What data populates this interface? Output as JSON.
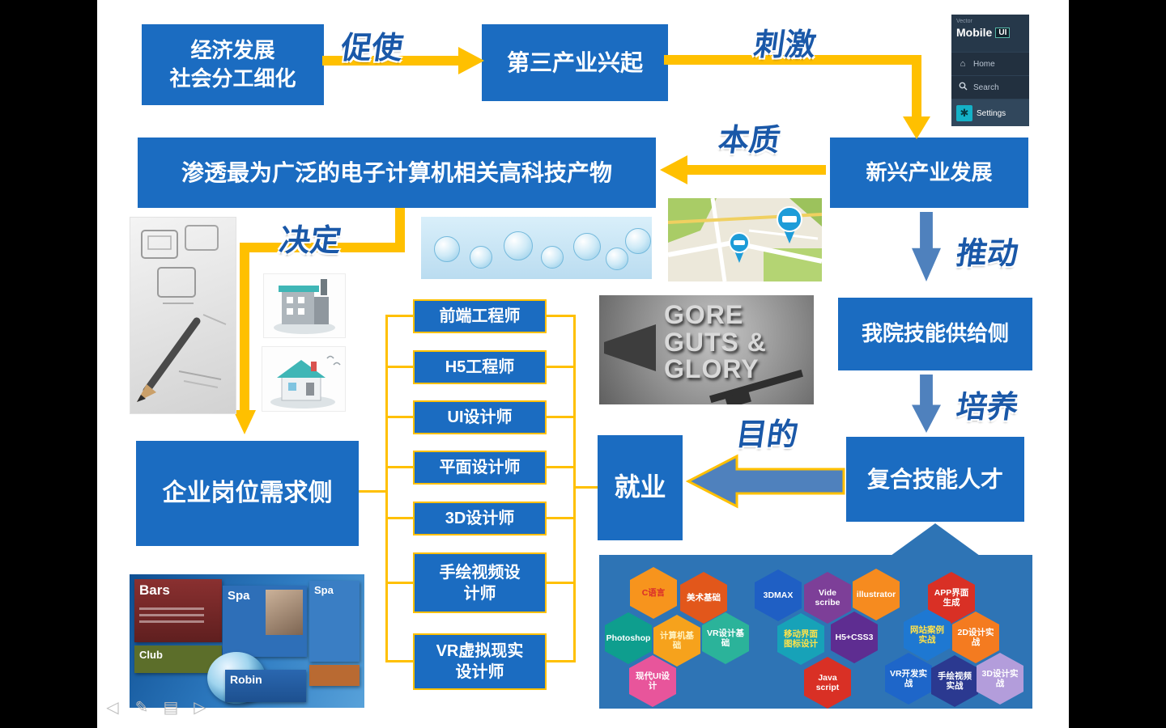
{
  "boxes": {
    "economy": "经济发展\n社会分工细化",
    "tertiary": "第三产业兴起",
    "emerging": "新兴产业发展",
    "penetrate": "渗透最为广泛的电子计算机相关高科技产物",
    "supply": "我院技能供给侧",
    "talent": "复合技能人才",
    "demand": "企业岗位需求侧",
    "employment": "就业"
  },
  "arrow_labels": {
    "cushi": "促使",
    "ciji": "刺激",
    "benzhi": "本质",
    "jueding": "决定",
    "tuidong": "推动",
    "peiyang": "培养",
    "mudi": "目的"
  },
  "jobs": [
    {
      "label": "前端工程师"
    },
    {
      "label": "H5工程师"
    },
    {
      "label": "UI设计师"
    },
    {
      "label": "平面设计师"
    },
    {
      "label": "3D设计师"
    },
    {
      "label": "手绘视频设\n计师"
    },
    {
      "label": "VR虚拟现实\n设计师"
    }
  ],
  "hexagons": [
    {
      "label": "C语言",
      "color": "#F7941D",
      "text_color": "#D92B2B"
    },
    {
      "label": "美术基础",
      "color": "#E2571B",
      "text_color": "#FFFFFF"
    },
    {
      "label": "3DMAX",
      "color": "#1F5FC4",
      "text_color": "#FFFFFF"
    },
    {
      "label": "Vide scribe",
      "color": "#7D3F98",
      "text_color": "#FFFFFF"
    },
    {
      "label": "illustrator",
      "color": "#F68B1F",
      "text_color": "#FFFFFF"
    },
    {
      "label": "APP界面生成",
      "color": "#D93025",
      "text_color": "#FFFFFF"
    },
    {
      "label": "Photoshop",
      "color": "#0E9E8E",
      "text_color": "#FFFFFF"
    },
    {
      "label": "计算机基础",
      "color": "#F6A21C",
      "text_color": "#FFF3C2"
    },
    {
      "label": "VR设计基础",
      "color": "#2BB39A",
      "text_color": "#FFFFFF"
    },
    {
      "label": "移动界面\n图标设计",
      "color": "#17A2B8",
      "text_color": "#FFE24A"
    },
    {
      "label": "H5+CSS3",
      "color": "#5E2D91",
      "text_color": "#FFFFFF"
    },
    {
      "label": "网站案例实战",
      "color": "#1E78D2",
      "text_color": "#FFE24A"
    },
    {
      "label": "2D设计实战",
      "color": "#F47B20",
      "text_color": "#FFFFFF"
    },
    {
      "label": "现代UI设计",
      "color": "#E8559B",
      "text_color": "#FFFFFF"
    },
    {
      "label": "Java script",
      "color": "#D93025",
      "text_color": "#FFFFFF"
    },
    {
      "label": "VR开发实战",
      "color": "#1E66C9",
      "text_color": "#FFFFFF"
    },
    {
      "label": "手绘视频实战",
      "color": "#2B3990",
      "text_color": "#FFFFFF"
    },
    {
      "label": "3D设计实战",
      "color": "#B39DDB",
      "text_color": "#FFFFFF"
    }
  ],
  "images": {
    "mobile_ui": {
      "brand_small": "Vector",
      "brand": "Mobile",
      "badge": "UI",
      "menu": [
        {
          "label": "Home"
        },
        {
          "label": "Search"
        },
        {
          "label": "Settings"
        }
      ]
    },
    "gore": {
      "line1": "GORE",
      "line2": "GUTS &",
      "line3": "GLORY"
    },
    "bars_spa": {
      "bars": "Bars",
      "club": "Club",
      "spa_main": "Spa",
      "spa_right": "Spa",
      "robin": "Robin"
    }
  },
  "icons": {
    "home": "⌂",
    "gear": "✱",
    "prev_slide": "◁",
    "pen_tool": "✎",
    "slide_menu": "▤",
    "next_slide": "▷"
  },
  "colors": {
    "box_blue": "#1B6CC1",
    "panel_blue": "#2E74B5",
    "arrow_gold": "#FFC000",
    "block_arrow_blue": "#4F81BD",
    "label_blue": "#1A58A8"
  }
}
